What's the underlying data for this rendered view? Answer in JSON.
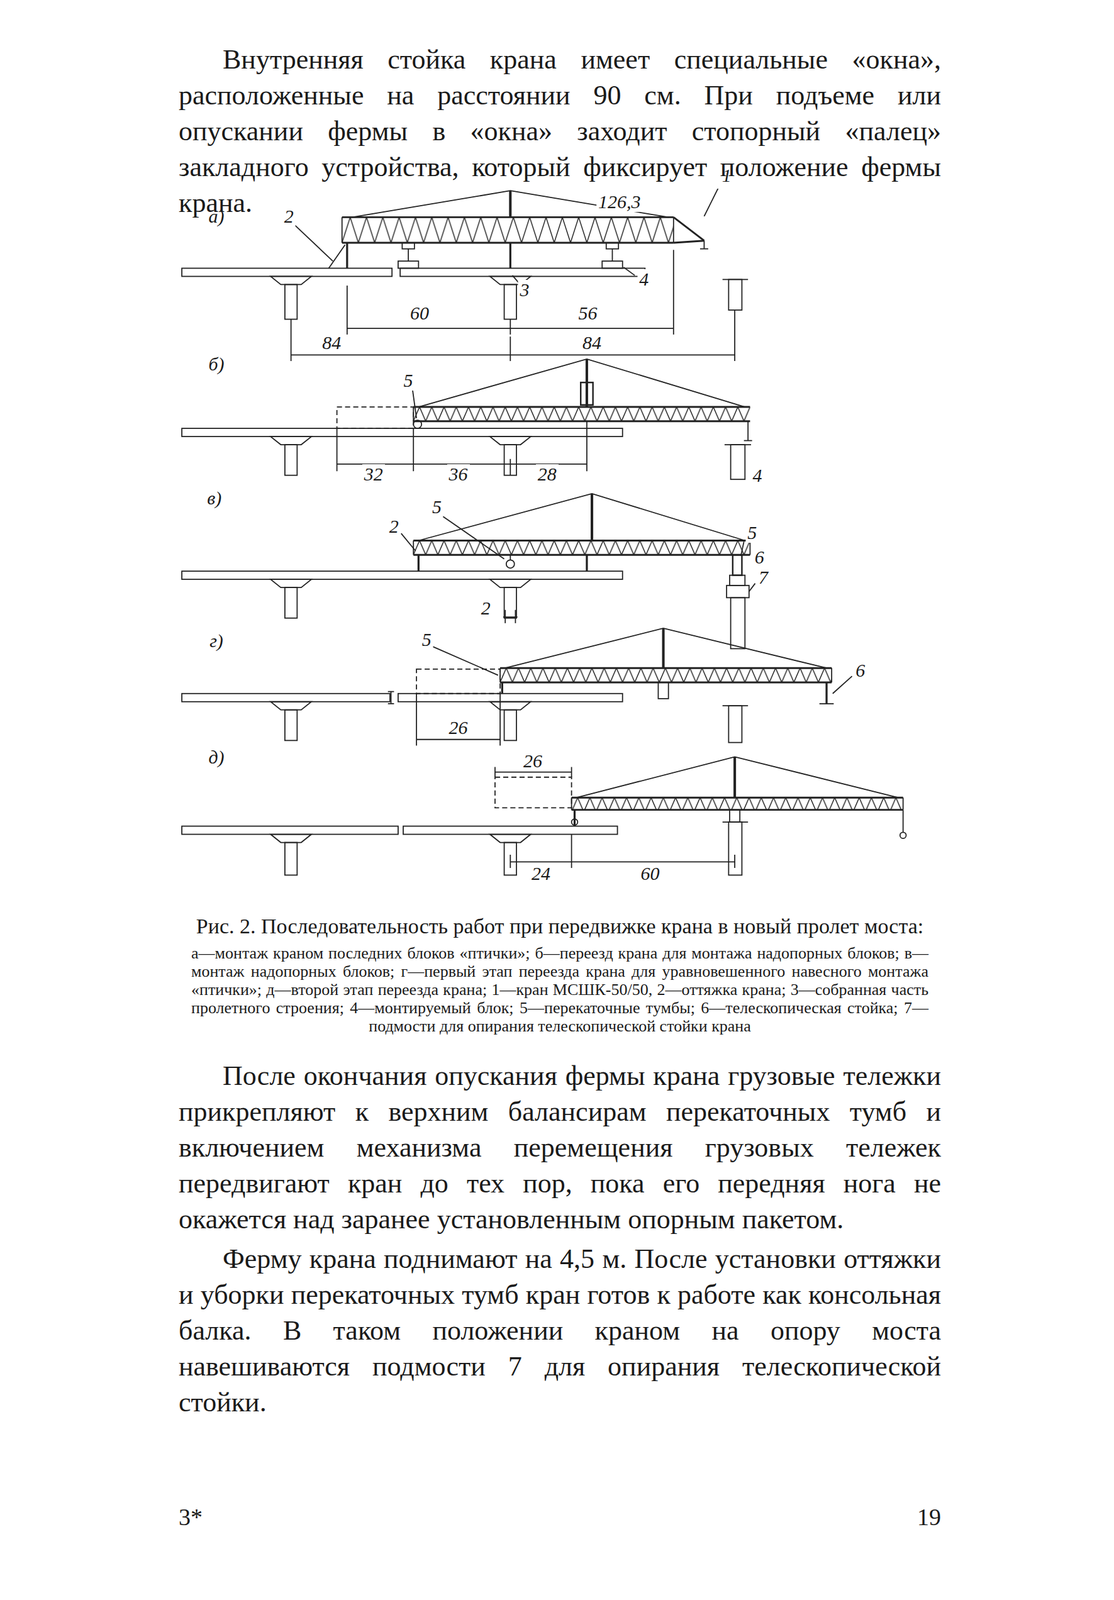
{
  "diagram": {
    "caption": "Рис. 2. Последовательность работ при передвижке крана в новый пролет моста:",
    "labels": [
      "Внутренняя стойка крана имеет специальные «окна», расположенные на расстоянии 90 см. При подъеме или опускании фермы в «окна» заходит стопорный «палец» закладного устройства, который фиксирует положение фермы крана.",
      "а)",
      "126,3",
      "1",
      "2",
      "3",
      "4",
      "60",
      "56",
      "84",
      "84",
      "б)",
      "5",
      "32",
      "36",
      "28",
      "4",
      "в)",
      "2",
      "5",
      "5",
      "6",
      "7",
      "2",
      "г)",
      "5",
      "26",
      "6",
      "д)",
      "26",
      "24",
      "60",
      "а—монтаж краном последних блоков «птички»; б—переезд крана для монтажа надопорных блоков; в—монтаж надопорных блоков; г—первый этап переезда крана для уравновешенного навесного монтажа «птички»; д—второй этап переезда крана; 1—кран МСШК-50/50, 2—оттяжка крана; 3—собранная часть пролетного строения; 4—монтируемый блок; 5—перекаточные тумбы; 6—телескопическая стойка; 7—подмости для опирания телескопической стойки крана",
      "После окончания опускания фермы крана грузовые тележки прикрепляют к верхним балансирам перекаточных тумб и включением механизма перемещения грузовых тележек передвигают кран до тех пор, пока его передняя нога не окажется над заранее установленным опорным пакетом.",
      "Ферму крана поднимают на 4,5 м. После установки оттяжки и уборки перекаточных тумб кран готов к работе как консольная балка. В таком положении краном на опору моста навешиваются подмости 7 для опирания телескопической стойки.",
      "3*",
      "19"
    ]
  }
}
